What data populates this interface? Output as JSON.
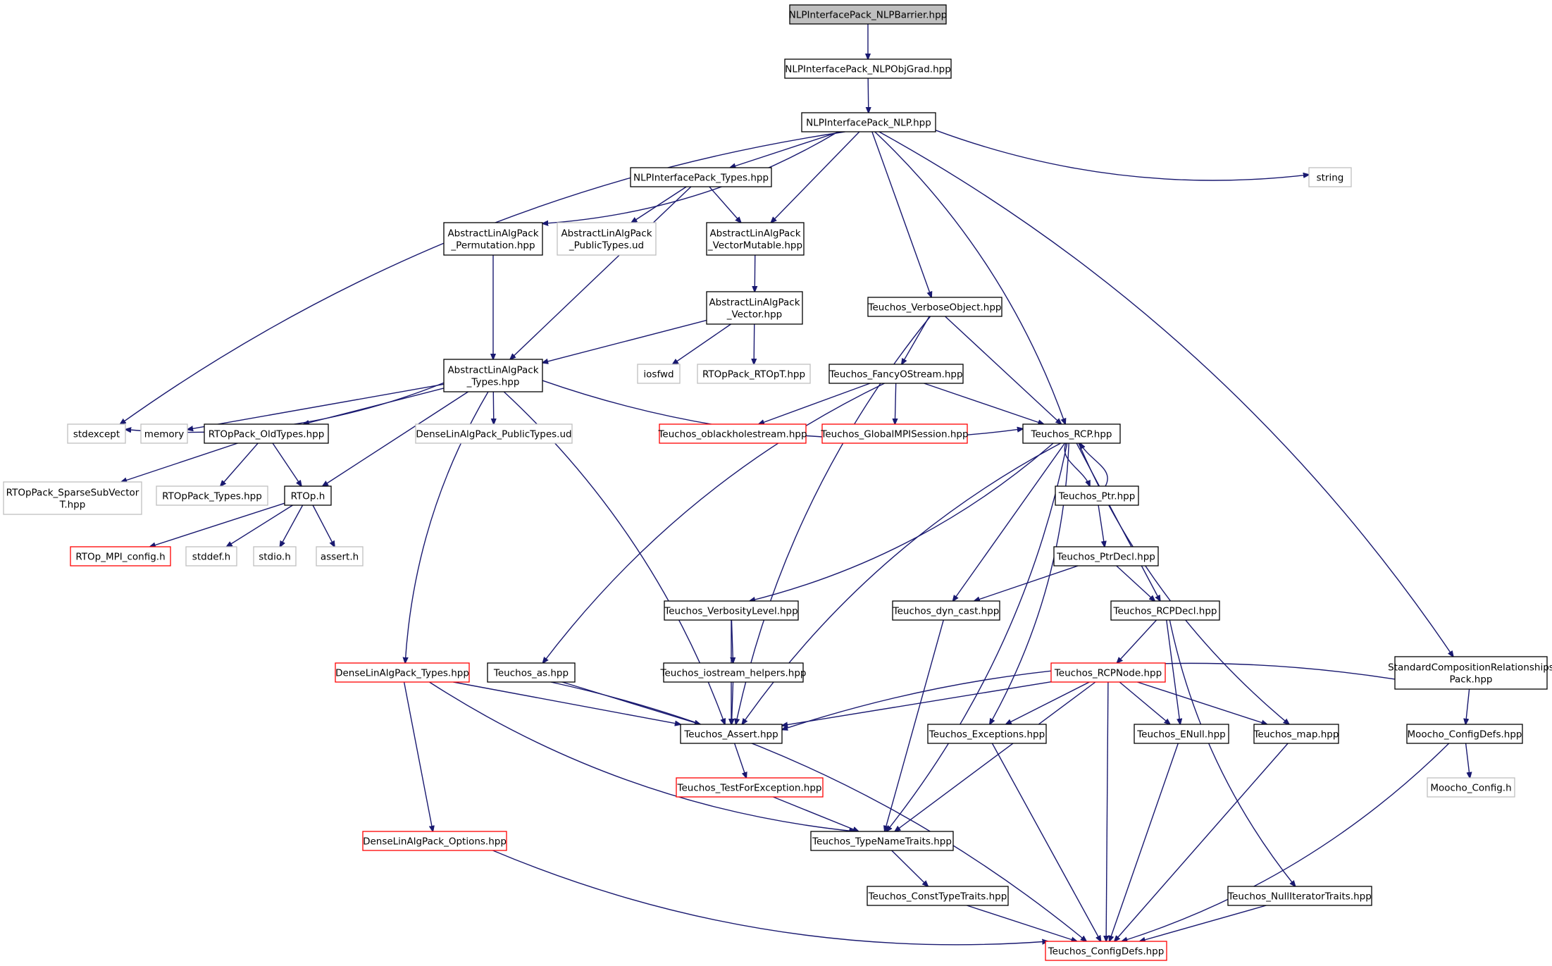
{
  "diagram": {
    "type": "include-dependency-graph",
    "colors": {
      "edge": "#191970",
      "border_normal": "#000000",
      "border_undocumented": "#bfbfbf",
      "border_truncated": "#ff0000",
      "root_fill": "#bfbfbf",
      "background": "#ffffff"
    },
    "nodes": [
      {
        "id": "barrier",
        "lines": [
          "NLPInterfacePack_NLPBarrier.hpp"
        ],
        "kind": "root"
      },
      {
        "id": "objgrad",
        "lines": [
          "NLPInterfacePack_NLPObjGrad.hpp"
        ],
        "kind": "normal"
      },
      {
        "id": "nlp",
        "lines": [
          "NLPInterfacePack_NLP.hpp"
        ],
        "kind": "normal"
      },
      {
        "id": "string",
        "lines": [
          "string"
        ],
        "kind": "external"
      },
      {
        "id": "nlptypes",
        "lines": [
          "NLPInterfacePack_Types.hpp"
        ],
        "kind": "normal"
      },
      {
        "id": "permutation",
        "lines": [
          "AbstractLinAlgPack",
          "_Permutation.hpp"
        ],
        "kind": "normal"
      },
      {
        "id": "publictypesud",
        "lines": [
          "AbstractLinAlgPack",
          "_PublicTypes.ud"
        ],
        "kind": "external"
      },
      {
        "id": "vecmutable",
        "lines": [
          "AbstractLinAlgPack",
          "_VectorMutable.hpp"
        ],
        "kind": "normal"
      },
      {
        "id": "vector",
        "lines": [
          "AbstractLinAlgPack",
          "_Vector.hpp"
        ],
        "kind": "normal"
      },
      {
        "id": "verboseobj",
        "lines": [
          "Teuchos_VerboseObject.hpp"
        ],
        "kind": "normal"
      },
      {
        "id": "altypes",
        "lines": [
          "AbstractLinAlgPack",
          "_Types.hpp"
        ],
        "kind": "normal"
      },
      {
        "id": "iosfwd",
        "lines": [
          "iosfwd"
        ],
        "kind": "external"
      },
      {
        "id": "rtopt",
        "lines": [
          "RTOpPack_RTOpT.hpp"
        ],
        "kind": "external"
      },
      {
        "id": "fancy",
        "lines": [
          "Teuchos_FancyOStream.hpp"
        ],
        "kind": "normal"
      },
      {
        "id": "stdexcept",
        "lines": [
          "stdexcept"
        ],
        "kind": "external"
      },
      {
        "id": "memory",
        "lines": [
          "memory"
        ],
        "kind": "external"
      },
      {
        "id": "oldtypes",
        "lines": [
          "RTOpPack_OldTypes.hpp"
        ],
        "kind": "normal"
      },
      {
        "id": "denseud",
        "lines": [
          "DenseLinAlgPack_PublicTypes.ud"
        ],
        "kind": "external"
      },
      {
        "id": "oblackhole",
        "lines": [
          "Teuchos_oblackholestream.hpp"
        ],
        "kind": "truncated"
      },
      {
        "id": "globalmpi",
        "lines": [
          "Teuchos_GlobalMPISession.hpp"
        ],
        "kind": "truncated"
      },
      {
        "id": "rcp",
        "lines": [
          "Teuchos_RCP.hpp"
        ],
        "kind": "normal"
      },
      {
        "id": "sparsesub",
        "lines": [
          "RTOpPack_SparseSubVector",
          "T.hpp"
        ],
        "kind": "external"
      },
      {
        "id": "rtoptypes",
        "lines": [
          "RTOpPack_Types.hpp"
        ],
        "kind": "external"
      },
      {
        "id": "rtoph",
        "lines": [
          "RTOp.h"
        ],
        "kind": "normal"
      },
      {
        "id": "ptr",
        "lines": [
          "Teuchos_Ptr.hpp"
        ],
        "kind": "normal"
      },
      {
        "id": "mpiconfig",
        "lines": [
          "RTOp_MPI_config.h"
        ],
        "kind": "truncated"
      },
      {
        "id": "stddef",
        "lines": [
          "stddef.h"
        ],
        "kind": "external"
      },
      {
        "id": "stdio",
        "lines": [
          "stdio.h"
        ],
        "kind": "external"
      },
      {
        "id": "asserth",
        "lines": [
          "assert.h"
        ],
        "kind": "external"
      },
      {
        "id": "ptrdecl",
        "lines": [
          "Teuchos_PtrDecl.hpp"
        ],
        "kind": "normal"
      },
      {
        "id": "verbosity",
        "lines": [
          "Teuchos_VerbosityLevel.hpp"
        ],
        "kind": "normal"
      },
      {
        "id": "dyncast",
        "lines": [
          "Teuchos_dyn_cast.hpp"
        ],
        "kind": "normal"
      },
      {
        "id": "rcpdecl",
        "lines": [
          "Teuchos_RCPDecl.hpp"
        ],
        "kind": "normal"
      },
      {
        "id": "densetypes",
        "lines": [
          "DenseLinAlgPack_Types.hpp"
        ],
        "kind": "truncated"
      },
      {
        "id": "teuchosas",
        "lines": [
          "Teuchos_as.hpp"
        ],
        "kind": "normal"
      },
      {
        "id": "iostreamhelpers",
        "lines": [
          "Teuchos_iostream_helpers.hpp"
        ],
        "kind": "normal"
      },
      {
        "id": "rcpnode",
        "lines": [
          "Teuchos_RCPNode.hpp"
        ],
        "kind": "truncated"
      },
      {
        "id": "stdcomp",
        "lines": [
          "StandardCompositionRelationships",
          "Pack.hpp"
        ],
        "kind": "normal"
      },
      {
        "id": "tassert",
        "lines": [
          "Teuchos_Assert.hpp"
        ],
        "kind": "normal"
      },
      {
        "id": "exceptions",
        "lines": [
          "Teuchos_Exceptions.hpp"
        ],
        "kind": "normal"
      },
      {
        "id": "enull",
        "lines": [
          "Teuchos_ENull.hpp"
        ],
        "kind": "normal"
      },
      {
        "id": "tmap",
        "lines": [
          "Teuchos_map.hpp"
        ],
        "kind": "normal"
      },
      {
        "id": "mooconfigdefs",
        "lines": [
          "Moocho_ConfigDefs.hpp"
        ],
        "kind": "normal"
      },
      {
        "id": "testforexc",
        "lines": [
          "Teuchos_TestForException.hpp"
        ],
        "kind": "truncated"
      },
      {
        "id": "mooconfig",
        "lines": [
          "Moocho_Config.h"
        ],
        "kind": "external"
      },
      {
        "id": "denseoptions",
        "lines": [
          "DenseLinAlgPack_Options.hpp"
        ],
        "kind": "truncated"
      },
      {
        "id": "typenametraits",
        "lines": [
          "Teuchos_TypeNameTraits.hpp"
        ],
        "kind": "normal"
      },
      {
        "id": "consttypetraits",
        "lines": [
          "Teuchos_ConstTypeTraits.hpp"
        ],
        "kind": "normal"
      },
      {
        "id": "nulliter",
        "lines": [
          "Teuchos_NullIteratorTraits.hpp"
        ],
        "kind": "normal"
      },
      {
        "id": "configdefs",
        "lines": [
          "Teuchos_ConfigDefs.hpp"
        ],
        "kind": "truncated"
      }
    ],
    "edges": [
      [
        "barrier",
        "objgrad"
      ],
      [
        "objgrad",
        "nlp"
      ],
      [
        "nlp",
        "stdexcept"
      ],
      [
        "nlp",
        "permutation"
      ],
      [
        "nlp",
        "nlptypes"
      ],
      [
        "nlp",
        "vecmutable"
      ],
      [
        "nlp",
        "verboseobj"
      ],
      [
        "nlp",
        "rcp"
      ],
      [
        "nlp",
        "string"
      ],
      [
        "nlp",
        "stdcomp"
      ],
      [
        "nlptypes",
        "publictypesud"
      ],
      [
        "nlptypes",
        "vecmutable"
      ],
      [
        "nlptypes",
        "altypes"
      ],
      [
        "permutation",
        "altypes"
      ],
      [
        "vecmutable",
        "vector"
      ],
      [
        "vector",
        "altypes"
      ],
      [
        "vector",
        "iosfwd"
      ],
      [
        "vector",
        "rtopt"
      ],
      [
        "verboseobj",
        "fancy"
      ],
      [
        "verboseobj",
        "rcp"
      ],
      [
        "verboseobj",
        "tassert"
      ],
      [
        "altypes",
        "stdexcept"
      ],
      [
        "altypes",
        "memory"
      ],
      [
        "altypes",
        "oldtypes"
      ],
      [
        "altypes",
        "denseud"
      ],
      [
        "altypes",
        "rtoph"
      ],
      [
        "altypes",
        "densetypes"
      ],
      [
        "altypes",
        "tassert"
      ],
      [
        "altypes",
        "rcp"
      ],
      [
        "fancy",
        "oblackhole"
      ],
      [
        "fancy",
        "globalmpi"
      ],
      [
        "fancy",
        "rcp"
      ],
      [
        "fancy",
        "teuchosas"
      ],
      [
        "oldtypes",
        "sparsesub"
      ],
      [
        "oldtypes",
        "rtoptypes"
      ],
      [
        "oldtypes",
        "rtoph"
      ],
      [
        "rtoph",
        "mpiconfig"
      ],
      [
        "rtoph",
        "stddef"
      ],
      [
        "rtoph",
        "stdio"
      ],
      [
        "rtoph",
        "asserth"
      ],
      [
        "rcp",
        "ptr"
      ],
      [
        "rcp",
        "verbosity"
      ],
      [
        "rcp",
        "dyncast"
      ],
      [
        "rcp",
        "rcpdecl"
      ],
      [
        "rcp",
        "tassert"
      ],
      [
        "rcp",
        "exceptions"
      ],
      [
        "rcp",
        "tmap"
      ],
      [
        "rcp",
        "typenametraits"
      ],
      [
        "ptr",
        "rcp"
      ],
      [
        "ptr",
        "ptrdecl"
      ],
      [
        "ptrdecl",
        "dyncast"
      ],
      [
        "ptrdecl",
        "rcpdecl"
      ],
      [
        "verbosity",
        "iostreamhelpers"
      ],
      [
        "verbosity",
        "tassert"
      ],
      [
        "iostreamhelpers",
        "tassert"
      ],
      [
        "dyncast",
        "typenametraits"
      ],
      [
        "rcpdecl",
        "rcpnode"
      ],
      [
        "rcpdecl",
        "enull"
      ],
      [
        "rcpdecl",
        "nulliter"
      ],
      [
        "rcpnode",
        "tassert"
      ],
      [
        "rcpnode",
        "exceptions"
      ],
      [
        "rcpnode",
        "enull"
      ],
      [
        "rcpnode",
        "tmap"
      ],
      [
        "rcpnode",
        "typenametraits"
      ],
      [
        "rcpnode",
        "configdefs"
      ],
      [
        "densetypes",
        "tassert"
      ],
      [
        "densetypes",
        "typenametraits"
      ],
      [
        "densetypes",
        "denseoptions"
      ],
      [
        "teuchosas",
        "tassert"
      ],
      [
        "teuchosas",
        "configdefs"
      ],
      [
        "stdcomp",
        "tassert"
      ],
      [
        "stdcomp",
        "mooconfigdefs"
      ],
      [
        "mooconfigdefs",
        "mooconfig"
      ],
      [
        "mooconfigdefs",
        "configdefs"
      ],
      [
        "tassert",
        "testforexc"
      ],
      [
        "testforexc",
        "typenametraits"
      ],
      [
        "typenametraits",
        "consttypetraits"
      ],
      [
        "consttypetraits",
        "configdefs"
      ],
      [
        "exceptions",
        "configdefs"
      ],
      [
        "enull",
        "configdefs"
      ],
      [
        "tmap",
        "configdefs"
      ],
      [
        "nulliter",
        "configdefs"
      ],
      [
        "denseoptions",
        "configdefs"
      ]
    ]
  }
}
